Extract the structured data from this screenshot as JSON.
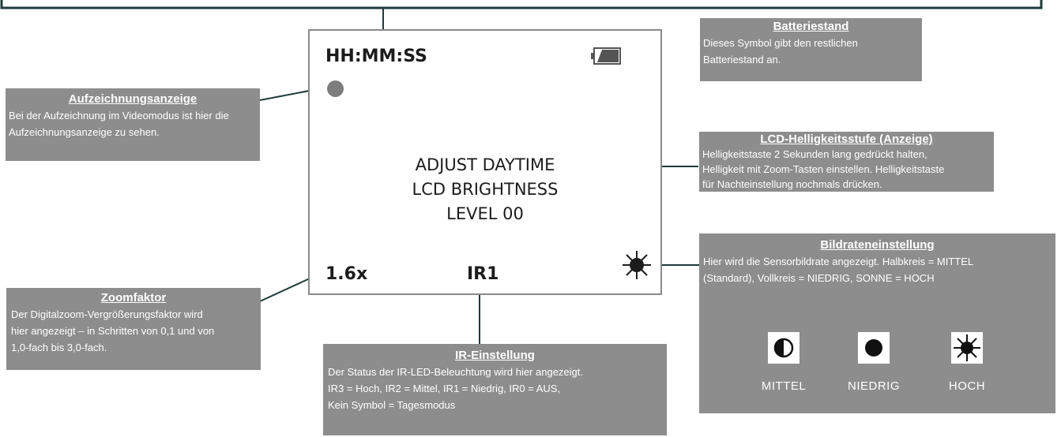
{
  "screen": {
    "time": "HH:MM:SS",
    "message_lines": [
      "ADJUST DAYTIME",
      "LCD BRIGHTNESS",
      "LEVEL 00"
    ],
    "zoom": "1.6x",
    "ir": "IR1",
    "icons": [
      "record-dot-icon",
      "battery-icon",
      "sun-icon"
    ]
  },
  "callouts": {
    "battery": {
      "title": "Batteriestand",
      "lines": [
        "Dieses Symbol gibt den restlichen",
        "Batteriestand an."
      ]
    },
    "recording": {
      "title": "Aufzeichnungsanzeige",
      "lines": [
        "Bei der Aufzeichnung im Videomodus ist hier die",
        "Aufzeichnungsanzeige zu sehen."
      ]
    },
    "lcd_brightness": {
      "title": "LCD-Helligkeitsstufe (Anzeige)",
      "lines": [
        "Helligkeitstaste 2 Sekunden lang gedrückt halten,",
        "Helligkeit mit Zoom-Tasten einstellen. Helligkeitstaste",
        "für Nachteinstellung nochmals drücken."
      ]
    },
    "framerate": {
      "title": "Bildrateneinstellung",
      "lines": [
        "Hier wird die Sensorbildrate angezeigt. Halbkreis = MITTEL",
        "(Standard), Vollkreis = NIEDRIG, SONNE = HOCH"
      ],
      "legend": [
        {
          "label": "MITTEL",
          "icon": "half-circle-icon"
        },
        {
          "label": "NIEDRIG",
          "icon": "full-circle-icon"
        },
        {
          "label": "HOCH",
          "icon": "sun-icon"
        }
      ]
    },
    "zoom": {
      "title": "Zoomfaktor",
      "lines": [
        "Der Digitalzoom-Vergrößerungsfaktor wird",
        "hier angezeigt – in Schritten von 0,1 und von",
        "1,0-fach bis 3,0-fach."
      ]
    },
    "ir": {
      "title": "IR-Einstellung",
      "lines": [
        "Der Status der IR-LED-Beleuchtung wird hier angezeigt.",
        "IR3 = Hoch, IR2 = Mittel, IR1 = Niedrig, IR0 = AUS,",
        "Kein Symbol = Tagesmodus"
      ]
    }
  },
  "colors": {
    "callout_bg": "#8d8d8d",
    "top_box_border": "#1f3b3a",
    "screen_border": "#8a8a8a",
    "text_dark": "#1c1c1c"
  }
}
